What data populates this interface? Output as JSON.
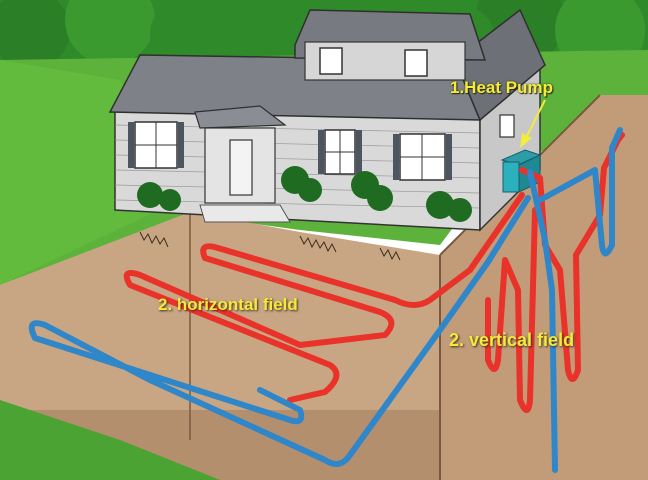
{
  "labels": {
    "heat_pump": "1.Heat Pump",
    "horizontal_field": "2. horizontal field",
    "vertical_field": "2. vertical field"
  },
  "colors": {
    "hot_pipe": "#e8322a",
    "cold_pipe": "#2f86c9",
    "soil": "#c4a07e",
    "grass": "#5cb23a",
    "label_text": "#f5e93a"
  }
}
